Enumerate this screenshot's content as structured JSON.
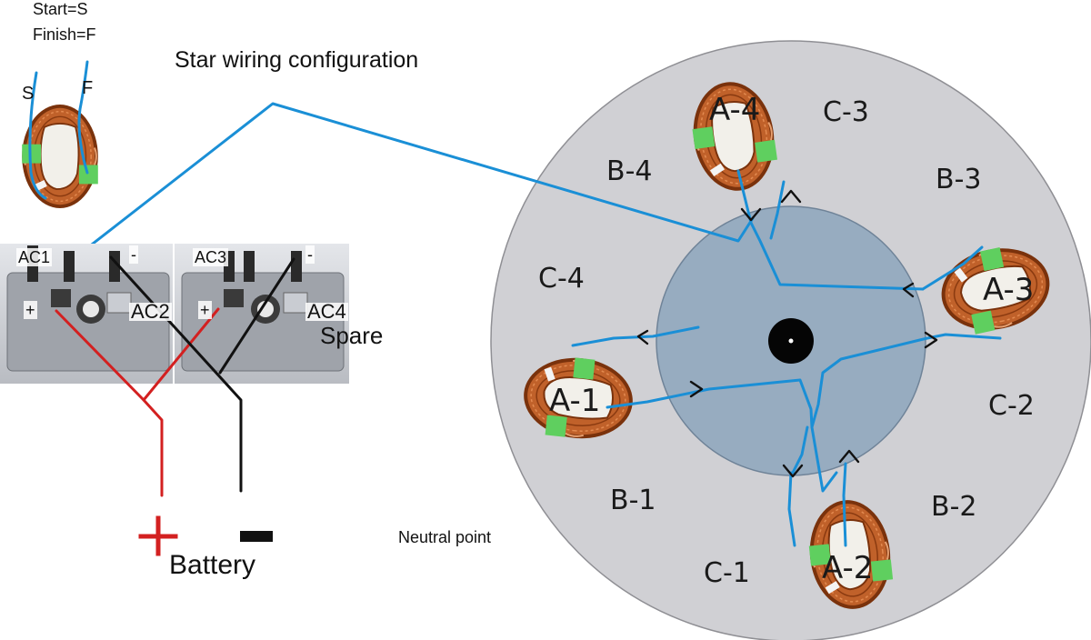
{
  "legend": {
    "start": "Start=S",
    "finish": "Finish=F"
  },
  "sample_coil": {
    "start_letter": "S",
    "finish_letter": "F"
  },
  "title": "Star wiring configuration",
  "rectifiers": [
    {
      "ac_in": "AC1",
      "ac_out": "AC2",
      "plus": "+",
      "minus": "-"
    },
    {
      "ac_in": "AC3",
      "ac_out": "AC4",
      "plus": "+",
      "minus": "-",
      "note": "Spare"
    }
  ],
  "battery": {
    "label": "Battery",
    "plus_color": "#d32020",
    "minus_color": "#111111"
  },
  "neutral_label": "Neutral point",
  "coils": [
    {
      "id": "A-1"
    },
    {
      "id": "A-2"
    },
    {
      "id": "A-3"
    },
    {
      "id": "A-4"
    }
  ],
  "slots": [
    "B-1",
    "C-1",
    "B-2",
    "C-2",
    "B-3",
    "C-3",
    "B-4",
    "C-4"
  ],
  "colors": {
    "stator": "#d0d0d4",
    "hub": "#97acc0",
    "wire_blue": "#1a8fd6",
    "wire_red": "#d32020",
    "wire_black": "#111111",
    "copper": "#b5561e",
    "tape": "#5fcf5f"
  }
}
